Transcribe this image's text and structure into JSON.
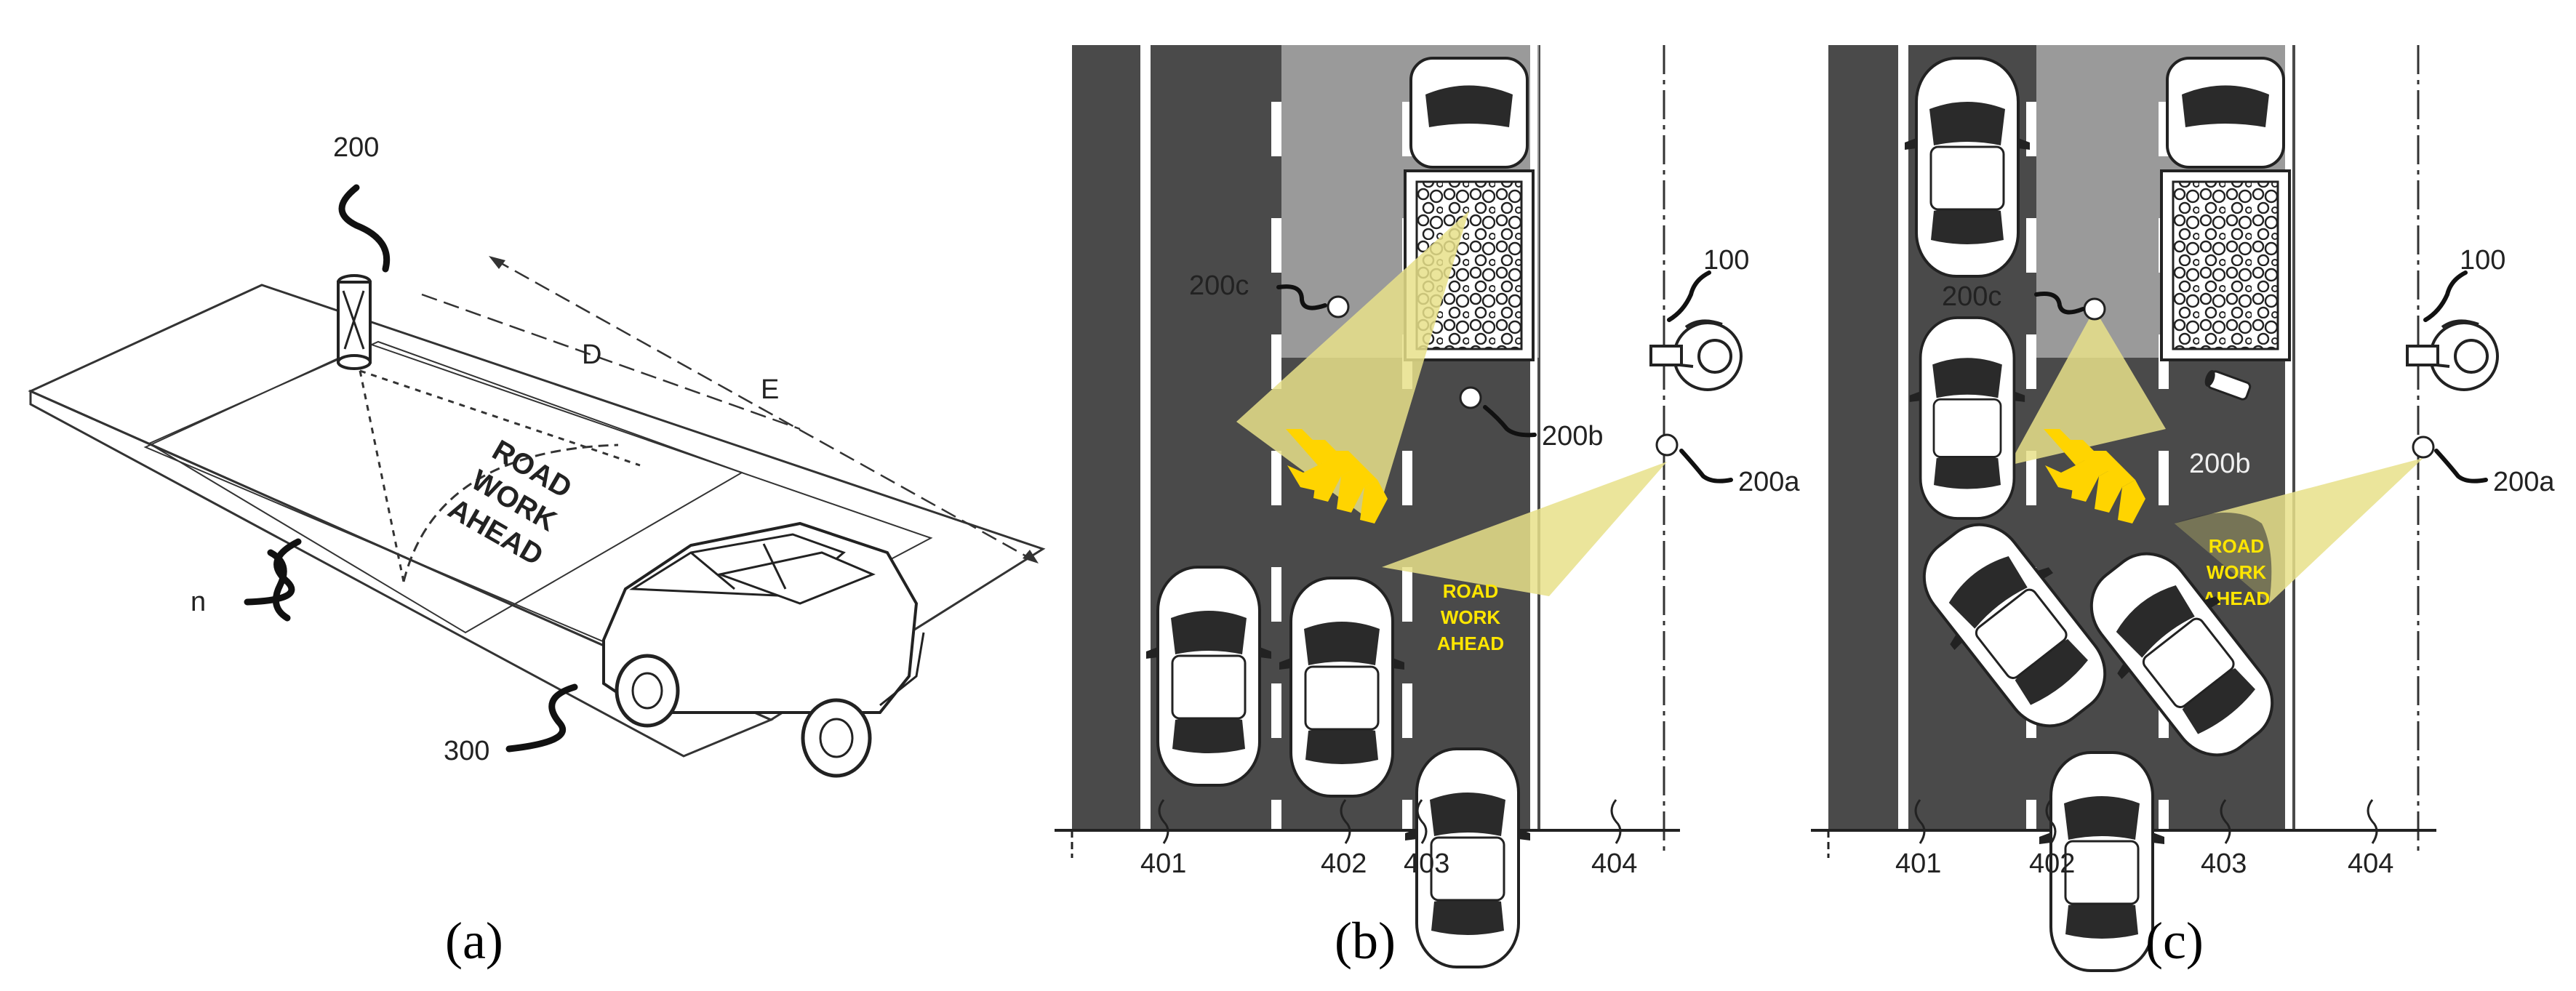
{
  "panels": {
    "a": {
      "caption": "(a)",
      "labels": {
        "pole": "200",
        "dist_d": "D",
        "dist_e": "E",
        "lane": "n",
        "road": "300"
      },
      "sign": [
        "ROAD",
        "WORK",
        "AHEAD"
      ]
    },
    "b": {
      "caption": "(b)",
      "labels": {
        "worker": "100",
        "lamp_c": "200c",
        "lamp_b": "200b",
        "lamp_a": "200a"
      },
      "lanes": [
        "401",
        "402",
        "403",
        "404"
      ],
      "sign": [
        "ROAD",
        "WORK",
        "AHEAD"
      ]
    },
    "c": {
      "caption": "(c)",
      "labels": {
        "worker": "100",
        "lamp_c": "200c",
        "lamp_b": "200b",
        "lamp_a": "200a"
      },
      "lanes": [
        "401",
        "402",
        "403",
        "404"
      ],
      "sign": [
        "ROAD",
        "WORK",
        "AHEAD"
      ]
    }
  },
  "colors": {
    "asphalt": "#4a4a4a",
    "closed_lane": "#9a9a9a",
    "light_beam": "#e8e08a",
    "chevron": "#ffd400",
    "sign_text": "#ffe600"
  }
}
